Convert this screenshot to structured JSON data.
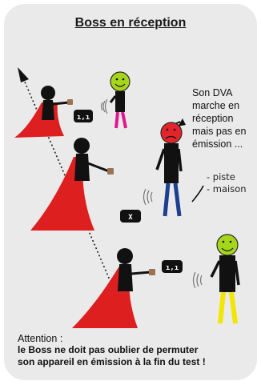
{
  "title": "Boss en réception",
  "dva_note": [
    "Son DVA",
    "marche en",
    "réception",
    "mais pas en",
    "émission ..."
  ],
  "handwritten": [
    "- piste",
    "- maison"
  ],
  "device_display": {
    "top": "ı,ı",
    "middle": "X",
    "bottom": "ı,ı"
  },
  "attention_label": "Attention :",
  "warning_lines": [
    "le Boss ne doit pas oublier de permuter",
    "son appareil en émission à la fin du test !"
  ],
  "colors": {
    "cape": "#dd1f1f",
    "happy_face": "#a6d61c",
    "sad_face": "#e2252a",
    "background": "#eaeaea"
  }
}
